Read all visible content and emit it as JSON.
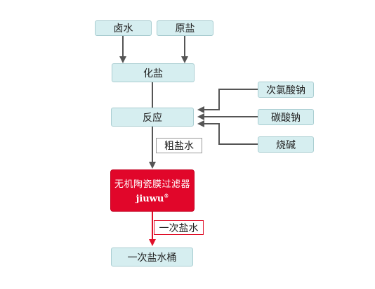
{
  "nodes": {
    "brine": "卤水",
    "raw_salt": "原盐",
    "dissolve_salt": "化盐",
    "reaction": "反应",
    "sodium_chlorate": "次氯酸钠",
    "sodium_carbonate": "碳酸钠",
    "caustic_soda": "烧碱",
    "primary_brine_tank": "一次盐水桶"
  },
  "labels": {
    "crude_brine": "粗盐水",
    "primary_brine": "一次盐水"
  },
  "filter": {
    "title": "无机陶瓷膜过滤器",
    "brand": "jiuwu",
    "brand_mark": "®"
  },
  "colors": {
    "node_fill": "#d6eef0",
    "node_border": "#a9cdd1",
    "filter_fill": "#e1062a",
    "arrow_gray": "#555555",
    "arrow_red": "#e0102a"
  }
}
